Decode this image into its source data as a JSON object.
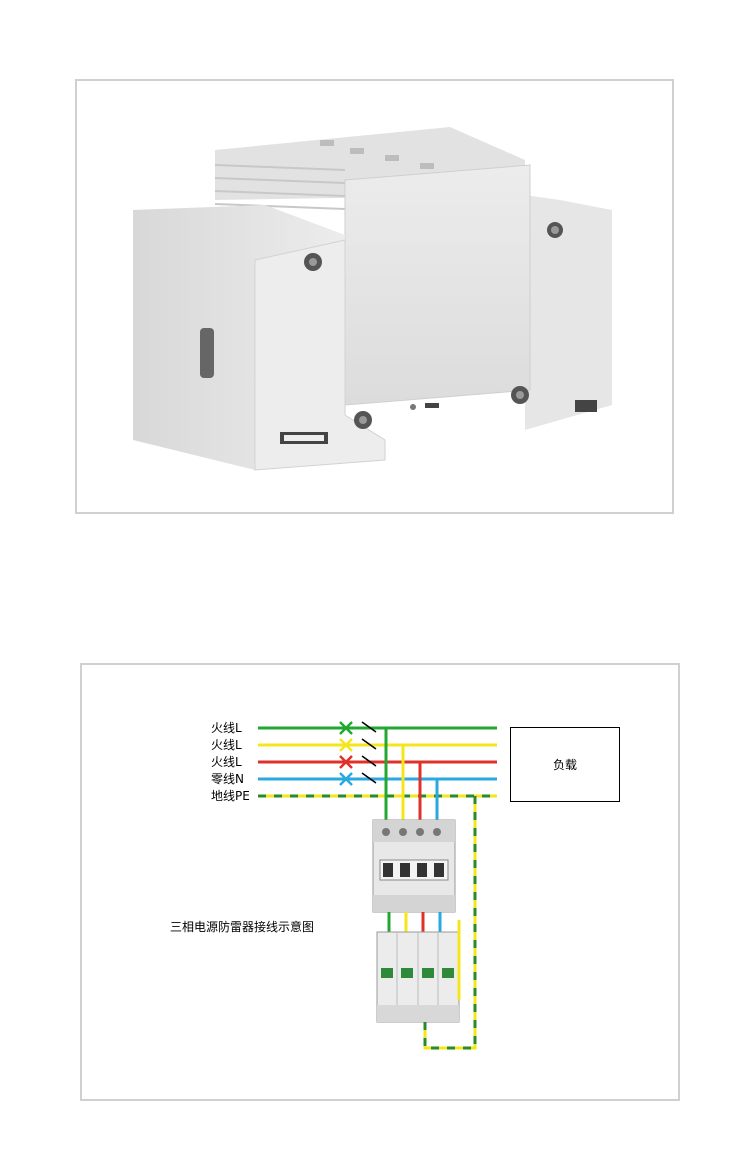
{
  "diagram": {
    "wires": [
      {
        "label": "火线L",
        "color": "#22a832"
      },
      {
        "label": "火线L",
        "color": "#f5e61b"
      },
      {
        "label": "火线L",
        "color": "#e0302a"
      },
      {
        "label": "零线N",
        "color": "#2aa8e0"
      },
      {
        "label": "地线PE",
        "color": "#f5e61b",
        "stripe": "#2a8a2a"
      }
    ],
    "load_label": "负载",
    "caption": "三相电源防雷器接线示意图"
  }
}
